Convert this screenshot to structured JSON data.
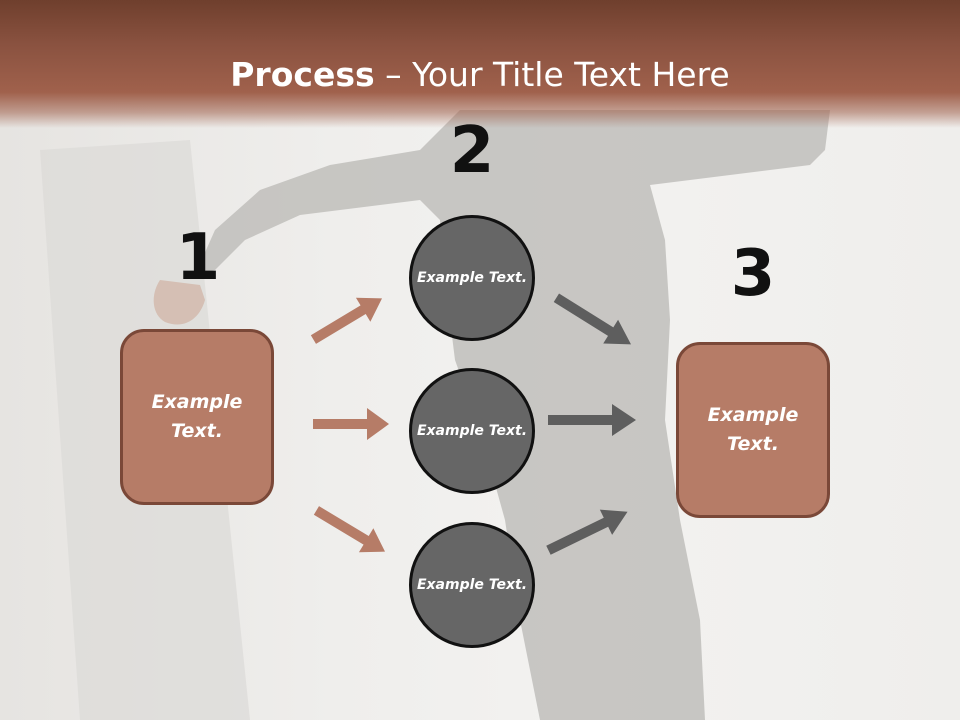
{
  "title": {
    "bold": "Process",
    "rest": " – Your Title Text Here"
  },
  "steps": {
    "one": {
      "number": "1",
      "label": "Example Text."
    },
    "two": {
      "number": "2",
      "circles": [
        {
          "label": "Example Text."
        },
        {
          "label": "Example Text."
        },
        {
          "label": "Example Text."
        }
      ]
    },
    "three": {
      "number": "3",
      "label": "Example Text."
    }
  },
  "colors": {
    "box_fill": "#b67c67",
    "box_border": "#7a4838",
    "circle_fill": "#666666",
    "arrow_copper": "#b67c67",
    "arrow_gray": "#5e5e5e",
    "title_band": "#8a5240"
  }
}
